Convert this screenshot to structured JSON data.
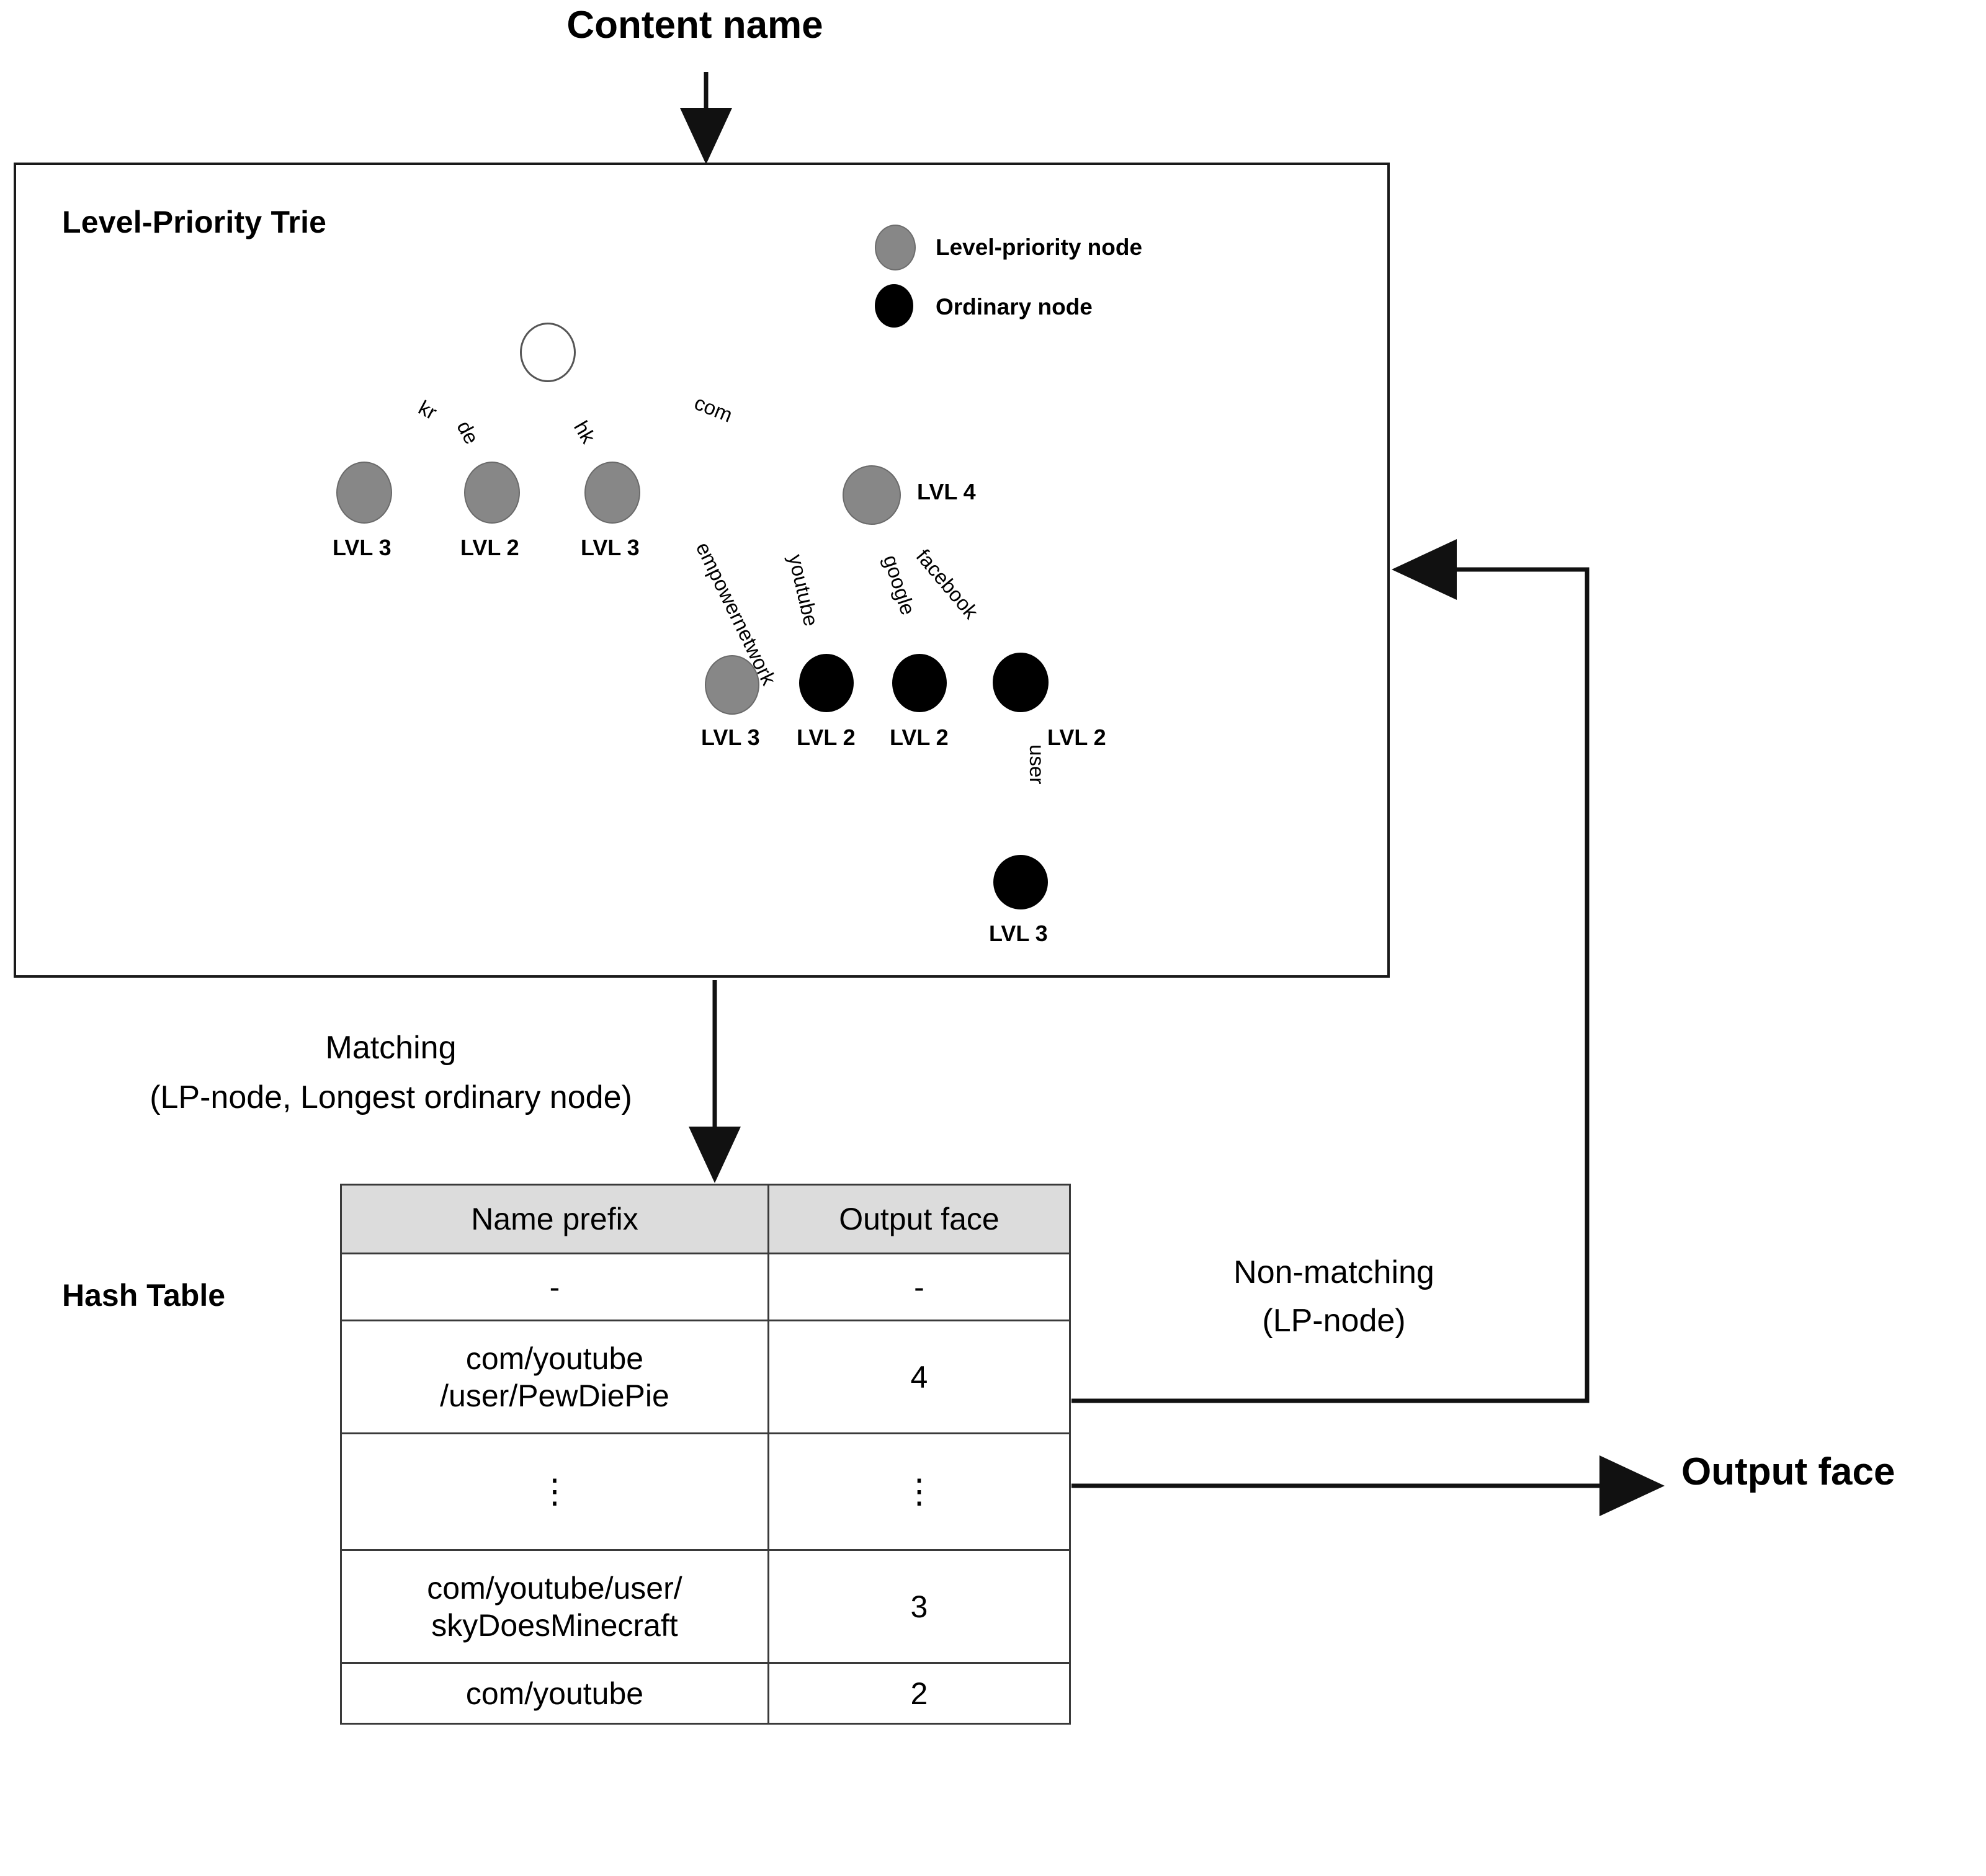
{
  "diagram": {
    "title_top": "Content name",
    "output_label": "Output face"
  },
  "trie_panel": {
    "title": "Level-Priority Trie",
    "legend": [
      {
        "icon": "gray-circle",
        "label": "Level-priority node",
        "color": "#878787"
      },
      {
        "icon": "black-circle",
        "label": "Ordinary node",
        "color": "#000000"
      }
    ],
    "root": {
      "type": "root",
      "label": ""
    },
    "level1": [
      {
        "edge": "kr",
        "type": "level-priority",
        "label": "LVL 3"
      },
      {
        "edge": "de",
        "type": "level-priority",
        "label": "LVL 2"
      },
      {
        "edge": "hk",
        "type": "level-priority",
        "label": "LVL 3"
      },
      {
        "edge": "com",
        "type": "level-priority",
        "label": "LVL 4"
      }
    ],
    "level2": [
      {
        "edge": "empowernetwork",
        "type": "level-priority",
        "label": "LVL 3"
      },
      {
        "edge": "youtube",
        "type": "ordinary",
        "label": "LVL 2"
      },
      {
        "edge": "google",
        "type": "ordinary",
        "label": "LVL 2"
      },
      {
        "edge": "facebook",
        "type": "ordinary",
        "label": "LVL 2"
      }
    ],
    "level3": [
      {
        "edge": "user",
        "type": "ordinary",
        "label": "LVL 3"
      }
    ]
  },
  "flow": {
    "matching_line1": "Matching",
    "matching_line2": "(LP-node, Longest ordinary node)",
    "nonmatching_line1": "Non-matching",
    "nonmatching_line2": "(LP-node)"
  },
  "hash_table": {
    "section_label": "Hash Table",
    "columns": [
      "Name prefix",
      "Output face"
    ],
    "rows": [
      {
        "prefix": "-",
        "face": "-"
      },
      {
        "prefix": "com/youtube\n/user/PewDiePie",
        "face": "4"
      },
      {
        "prefix": "⋮",
        "face": "⋮"
      },
      {
        "prefix": "com/youtube/user/\nskyDoesMinecraft",
        "face": "3"
      },
      {
        "prefix": "com/youtube",
        "face": "2"
      }
    ]
  },
  "colors": {
    "lp_node": "#878787",
    "ordinary_node": "#000000",
    "header_fill": "#dcdcdc",
    "line": "#1a1a1a"
  }
}
